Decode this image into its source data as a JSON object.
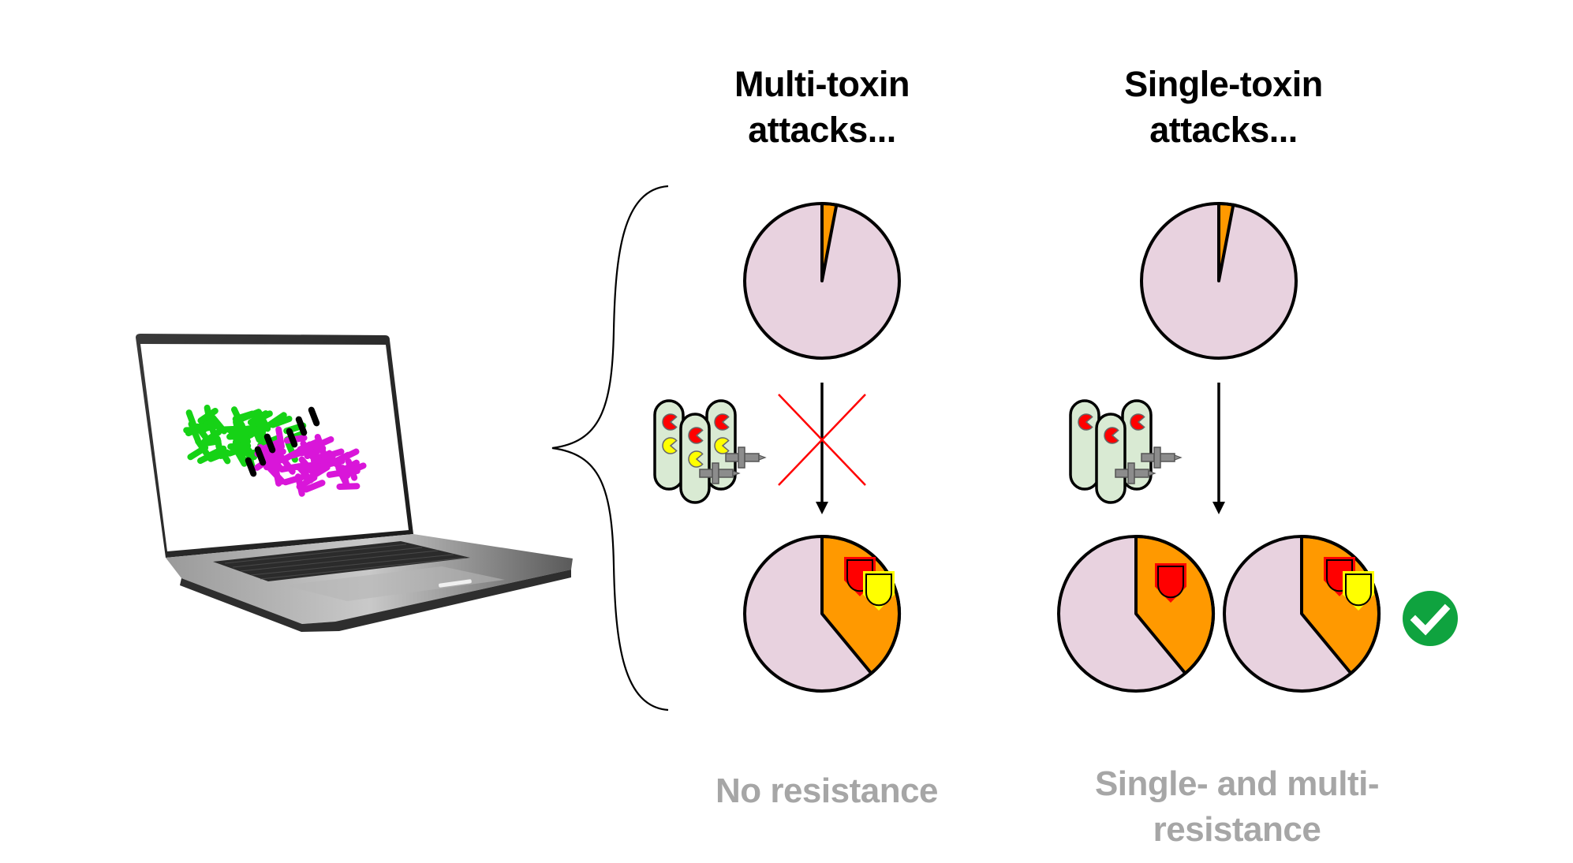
{
  "titles": {
    "multi": [
      "Multi-toxin",
      "attacks..."
    ],
    "single": [
      "Single-toxin",
      "attacks..."
    ]
  },
  "outcomes": {
    "multi": [
      "No resistance"
    ],
    "single": [
      "Single- and multi-",
      "resistance"
    ]
  },
  "colors": {
    "susceptible": "#e8d2df",
    "resistant": "#ff9900",
    "toxin_red": "#ff0000",
    "toxin_yellow": "#ffff00",
    "cell_fill": "#d9ead3",
    "cross": "#ff0000",
    "check": "#0fa33f",
    "outcome_text": "#a6a6a6",
    "sim_green": "#16d216",
    "sim_magenta": "#d916d9"
  },
  "panels": {
    "multi": {
      "attackers_toxins": [
        "red",
        "yellow"
      ],
      "transition_blocked": true,
      "initial_pie": {
        "resistant_fraction": 0.03
      },
      "final_pies": [
        {
          "resistant_fraction": 0.39,
          "shields": [
            "red",
            "yellow"
          ]
        }
      ],
      "success": false
    },
    "single": {
      "attackers_toxins": [
        "red"
      ],
      "transition_blocked": false,
      "initial_pie": {
        "resistant_fraction": 0.03
      },
      "final_pies": [
        {
          "resistant_fraction": 0.39,
          "shields": [
            "red"
          ]
        },
        {
          "resistant_fraction": 0.39,
          "shields": [
            "red",
            "yellow"
          ]
        }
      ],
      "success": true
    }
  },
  "icons": {
    "laptop": "laptop-icon",
    "brace": "curly-brace",
    "blocked": "red-x-icon",
    "success": "check-circle-icon"
  }
}
